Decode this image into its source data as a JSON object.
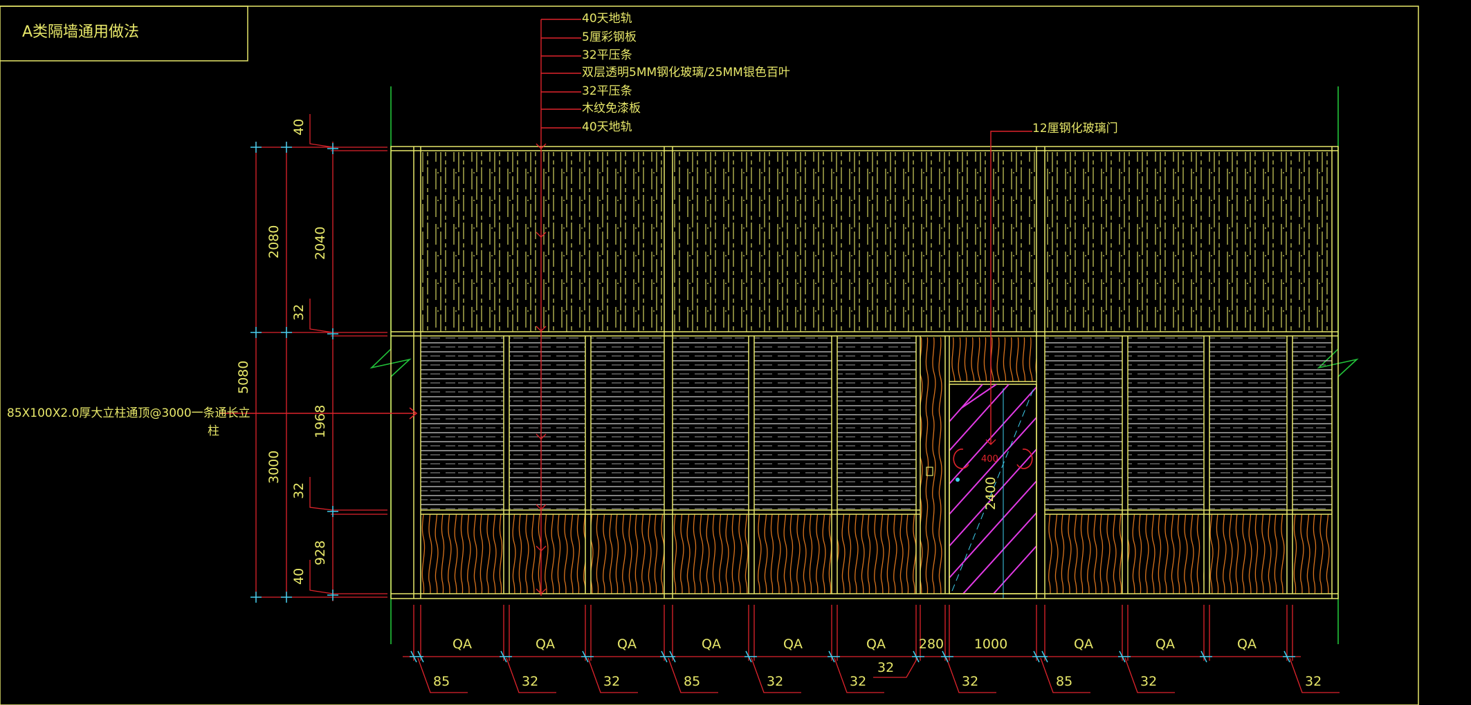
{
  "title": "A类隔墙通用做法",
  "colors": {
    "frame": "#e8e86a",
    "leader": "#e0242c",
    "dim_tick": "#3fd0f0",
    "wood": "#d8731c",
    "glass_hatch": "#e23ae6",
    "break_line": "#22c43a",
    "text": "#e8e86a",
    "background": "#000000"
  },
  "callouts": {
    "top_layers": [
      "40天地轨",
      "5厘彩钢板",
      "32平压条",
      "双层透明5MM钢化玻璃/25MM银色百叶",
      "32平压条",
      "木纹免漆板",
      "40天地轨"
    ],
    "door_label": "12厘钢化玻璃门",
    "column_label_line1": "85X100X2.0厚大立柱通顶@3000一条通长立",
    "column_label_line2": "柱",
    "door_opening_mark": "400",
    "door_height": "2400"
  },
  "vertical_dims": {
    "overall": "5080",
    "outer": [
      "2080",
      "3000"
    ],
    "inner": [
      "40",
      "2040",
      "32",
      "1968",
      "32",
      "928",
      "40"
    ]
  },
  "horizontal_dims": {
    "module_labels": [
      "QA",
      "QA",
      "QA",
      "QA",
      "QA",
      "QA",
      "280",
      "1000",
      "QA",
      "QA",
      "QA"
    ],
    "member_widths": [
      "85",
      "32",
      "32",
      "85",
      "32",
      "32",
      "32",
      "32",
      "85",
      "32",
      "32"
    ]
  }
}
